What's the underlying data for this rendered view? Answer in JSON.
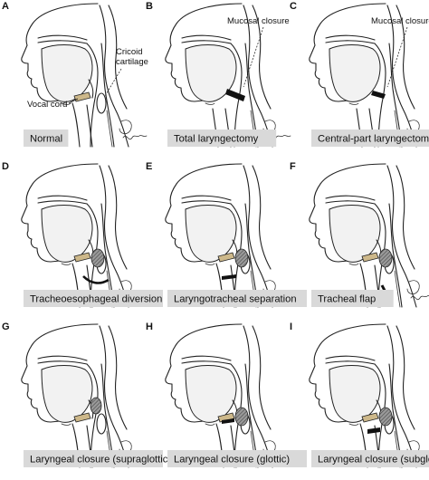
{
  "panels": [
    {
      "letter": "A",
      "caption": "Normal",
      "variant": "normal",
      "annotations": [
        {
          "key": "cricoid",
          "lines": [
            "Cricoid",
            "cartilage"
          ]
        },
        {
          "key": "vocal",
          "lines": [
            "Vocal cord"
          ]
        }
      ]
    },
    {
      "letter": "B",
      "caption": "Total laryngectomy",
      "variant": "total",
      "annotations": [
        {
          "key": "mucosal",
          "lines": [
            "Mucosal closure"
          ]
        }
      ]
    },
    {
      "letter": "C",
      "caption": "Central-part laryngectomy",
      "variant": "central",
      "annotations": [
        {
          "key": "mucosal",
          "lines": [
            "Mucosal closure"
          ]
        }
      ]
    },
    {
      "letter": "D",
      "caption": "Tracheoesophageal diversion",
      "variant": "diversion",
      "annotations": []
    },
    {
      "letter": "E",
      "caption": "Laryngotracheal separation",
      "variant": "separation",
      "annotations": []
    },
    {
      "letter": "F",
      "caption": "Tracheal flap",
      "variant": "flap",
      "annotations": []
    },
    {
      "letter": "G",
      "caption": "Laryngeal closure (supraglottic)",
      "variant": "supraglottic",
      "annotations": []
    },
    {
      "letter": "H",
      "caption": "Laryngeal closure (glottic)",
      "variant": "glottic",
      "annotations": []
    },
    {
      "letter": "I",
      "caption": "Laryngeal closure (subglottic)",
      "variant": "subglottic",
      "annotations": []
    }
  ],
  "colors": {
    "caption_background": "#d9d9d9",
    "vocal_cord": "#cdb88a",
    "closure": "#111111",
    "line": "#222222"
  }
}
